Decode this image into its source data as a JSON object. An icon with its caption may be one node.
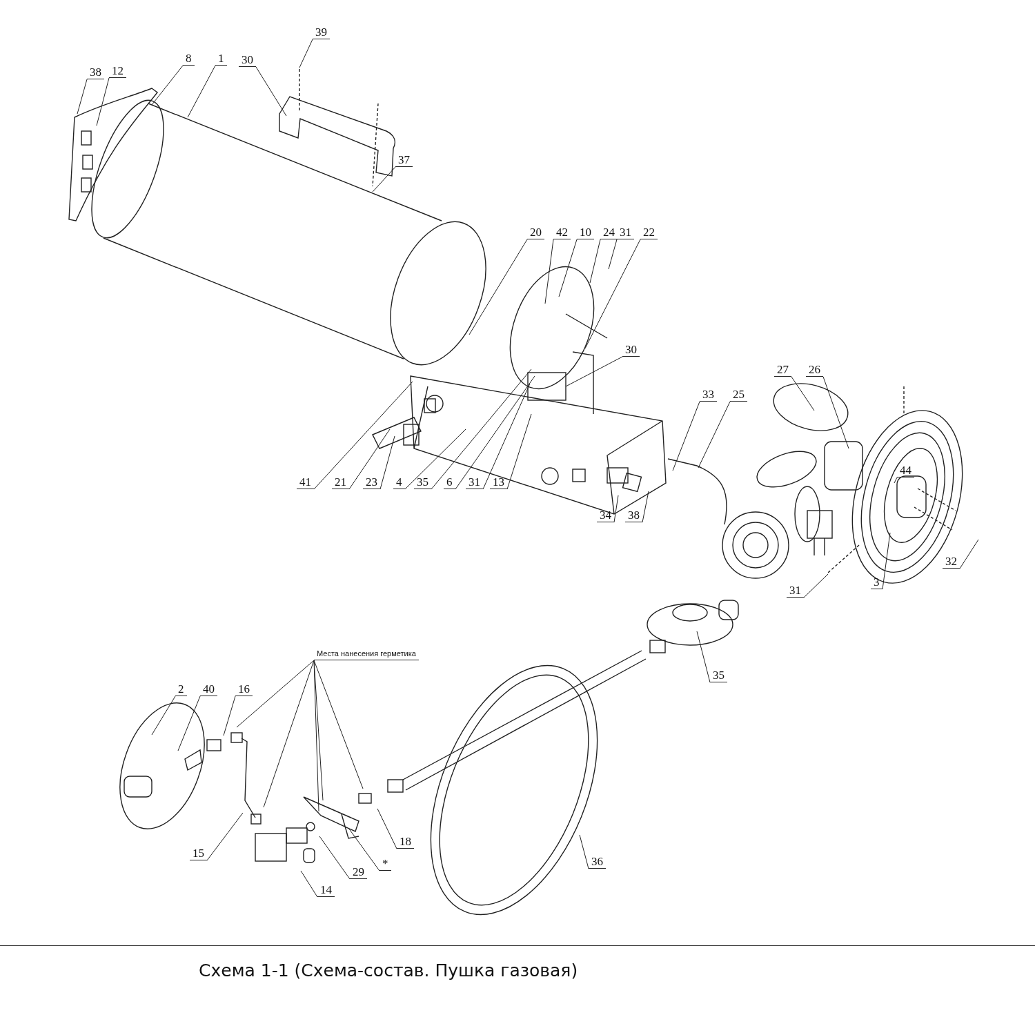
{
  "diagram": {
    "title": "Схема 1-1 (Схема-состав. Пушка газовая)",
    "nodes": [
      {
        "text": [
          "38"
        ]
      },
      {
        "text": [
          "12"
        ]
      },
      {
        "text": [
          "8"
        ]
      },
      {
        "text": [
          "1"
        ]
      },
      {
        "text": [
          "30"
        ]
      },
      {
        "text": [
          "39"
        ]
      },
      {
        "text": [
          "37"
        ]
      },
      {
        "text": [
          "20"
        ]
      },
      {
        "text": [
          "42"
        ]
      },
      {
        "text": [
          "10"
        ]
      },
      {
        "text": [
          "24"
        ]
      },
      {
        "text": [
          "31"
        ]
      },
      {
        "text": [
          "22"
        ]
      },
      {
        "text": [
          "30"
        ]
      },
      {
        "text": [
          "41"
        ]
      },
      {
        "text": [
          "21"
        ]
      },
      {
        "text": [
          "23"
        ]
      },
      {
        "text": [
          "4"
        ]
      },
      {
        "text": [
          "35"
        ]
      },
      {
        "text": [
          "6"
        ]
      },
      {
        "text": [
          "31"
        ]
      },
      {
        "text": [
          "13"
        ]
      },
      {
        "text": [
          "34"
        ]
      },
      {
        "text": [
          "38"
        ]
      },
      {
        "text": [
          "33"
        ]
      },
      {
        "text": [
          "25"
        ]
      },
      {
        "text": [
          "27"
        ]
      },
      {
        "text": [
          "26"
        ]
      },
      {
        "text": [
          "44"
        ]
      },
      {
        "text": [
          "32"
        ]
      },
      {
        "text": [
          "31"
        ]
      },
      {
        "text": [
          "3"
        ]
      },
      {
        "text": [
          "Места нанесения герметика"
        ]
      },
      {
        "text": [
          "35"
        ]
      },
      {
        "text": [
          "2"
        ]
      },
      {
        "text": [
          "40"
        ]
      },
      {
        "text": [
          "16"
        ]
      },
      {
        "text": [
          "15"
        ]
      },
      {
        "text": [
          "14"
        ]
      },
      {
        "text": [
          "29"
        ]
      },
      {
        "text": [
          "*"
        ]
      },
      {
        "text": [
          "18"
        ]
      },
      {
        "text": [
          "36"
        ]
      }
    ],
    "edges": [
      {
        "from": 0,
        "to": null,
        "arrow": "none"
      },
      {
        "from": 1,
        "to": null,
        "arrow": "none"
      },
      {
        "from": 2,
        "to": null,
        "arrow": "none"
      },
      {
        "from": 3,
        "to": null,
        "arrow": "none"
      },
      {
        "from": 4,
        "to": null,
        "arrow": "none"
      },
      {
        "from": 5,
        "to": null,
        "arrow": "none"
      },
      {
        "from": 6,
        "to": null,
        "arrow": "none"
      },
      {
        "from": 7,
        "to": null,
        "arrow": "none"
      },
      {
        "from": 8,
        "to": null,
        "arrow": "none"
      },
      {
        "from": 9,
        "to": null,
        "arrow": "none"
      },
      {
        "from": 10,
        "to": null,
        "arrow": "none"
      },
      {
        "from": 11,
        "to": null,
        "arrow": "none"
      },
      {
        "from": 12,
        "to": null,
        "arrow": "none"
      },
      {
        "from": 13,
        "to": null,
        "arrow": "none"
      },
      {
        "from": 14,
        "to": null,
        "arrow": "none"
      },
      {
        "from": 15,
        "to": null,
        "arrow": "none"
      },
      {
        "from": 16,
        "to": null,
        "arrow": "none"
      },
      {
        "from": 17,
        "to": null,
        "arrow": "none"
      },
      {
        "from": 18,
        "to": null,
        "arrow": "none"
      },
      {
        "from": 19,
        "to": null,
        "arrow": "none"
      },
      {
        "from": 20,
        "to": null,
        "arrow": "none"
      },
      {
        "from": 21,
        "to": null,
        "arrow": "none"
      },
      {
        "from": 22,
        "to": null,
        "arrow": "none"
      },
      {
        "from": 23,
        "to": null,
        "arrow": "none"
      },
      {
        "from": 24,
        "to": null,
        "arrow": "none"
      },
      {
        "from": 25,
        "to": null,
        "arrow": "none"
      },
      {
        "from": 26,
        "to": null,
        "arrow": "none"
      },
      {
        "from": 27,
        "to": null,
        "arrow": "none"
      },
      {
        "from": 28,
        "to": null,
        "arrow": "none"
      },
      {
        "from": 29,
        "to": null,
        "arrow": "none"
      },
      {
        "from": 30,
        "to": null,
        "arrow": "none"
      },
      {
        "from": 31,
        "to": null,
        "arrow": "none"
      },
      {
        "from": 32,
        "to": null,
        "arrow": "none"
      },
      {
        "from": 32,
        "to": null,
        "arrow": "none"
      },
      {
        "from": 32,
        "to": null,
        "arrow": "none"
      },
      {
        "from": 32,
        "to": null,
        "arrow": "none"
      },
      {
        "from": 32,
        "to": null,
        "arrow": "none"
      },
      {
        "from": 33,
        "to": null,
        "arrow": "none"
      },
      {
        "from": 34,
        "to": null,
        "arrow": "none"
      },
      {
        "from": 35,
        "to": null,
        "arrow": "none"
      },
      {
        "from": 36,
        "to": null,
        "arrow": "none"
      },
      {
        "from": 37,
        "to": null,
        "arrow": "none"
      },
      {
        "from": 38,
        "to": null,
        "arrow": "none"
      },
      {
        "from": 39,
        "to": null,
        "arrow": "none"
      },
      {
        "from": 40,
        "to": null,
        "arrow": "none"
      },
      {
        "from": 41,
        "to": null,
        "arrow": "none"
      },
      {
        "from": 42,
        "to": null,
        "arrow": "none"
      }
    ]
  }
}
